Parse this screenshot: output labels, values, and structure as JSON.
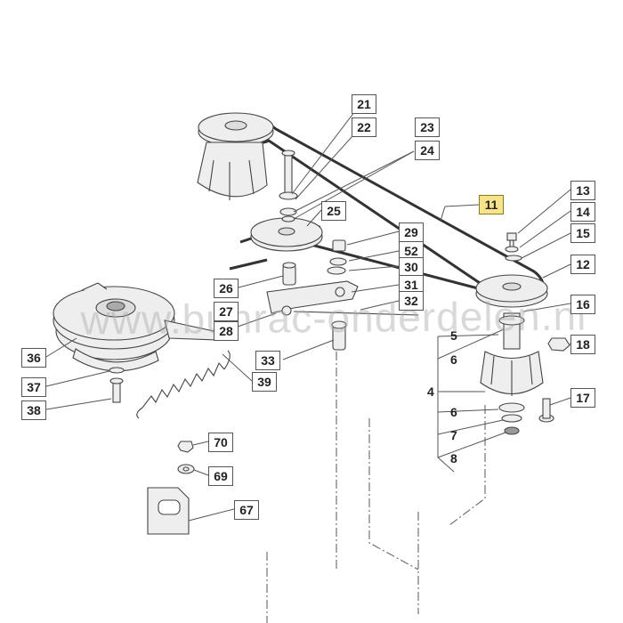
{
  "watermark": "www.bunrac-onderdelen.nl",
  "callouts_boxed": {
    "c21": "21",
    "c22": "22",
    "c23": "23",
    "c24": "24",
    "c25": "25",
    "c11": "11",
    "c13": "13",
    "c14": "14",
    "c15": "15",
    "c12": "12",
    "c29": "29",
    "c52": "52",
    "c30": "30",
    "c26": "26",
    "c31": "31",
    "c32": "32",
    "c27": "27",
    "c28": "28",
    "c36": "36",
    "c33": "33",
    "c39": "39",
    "c37": "37",
    "c38": "38",
    "c16": "16",
    "c18": "18",
    "c17": "17",
    "c70": "70",
    "c69": "69",
    "c67": "67"
  },
  "callouts_plain": {
    "p5": "5",
    "p6a": "6",
    "p4": "4",
    "p6b": "6",
    "p7": "7",
    "p8": "8"
  },
  "colors": {
    "highlight": "#f7e48a",
    "line": "#444444",
    "part_fill": "#ececec"
  }
}
